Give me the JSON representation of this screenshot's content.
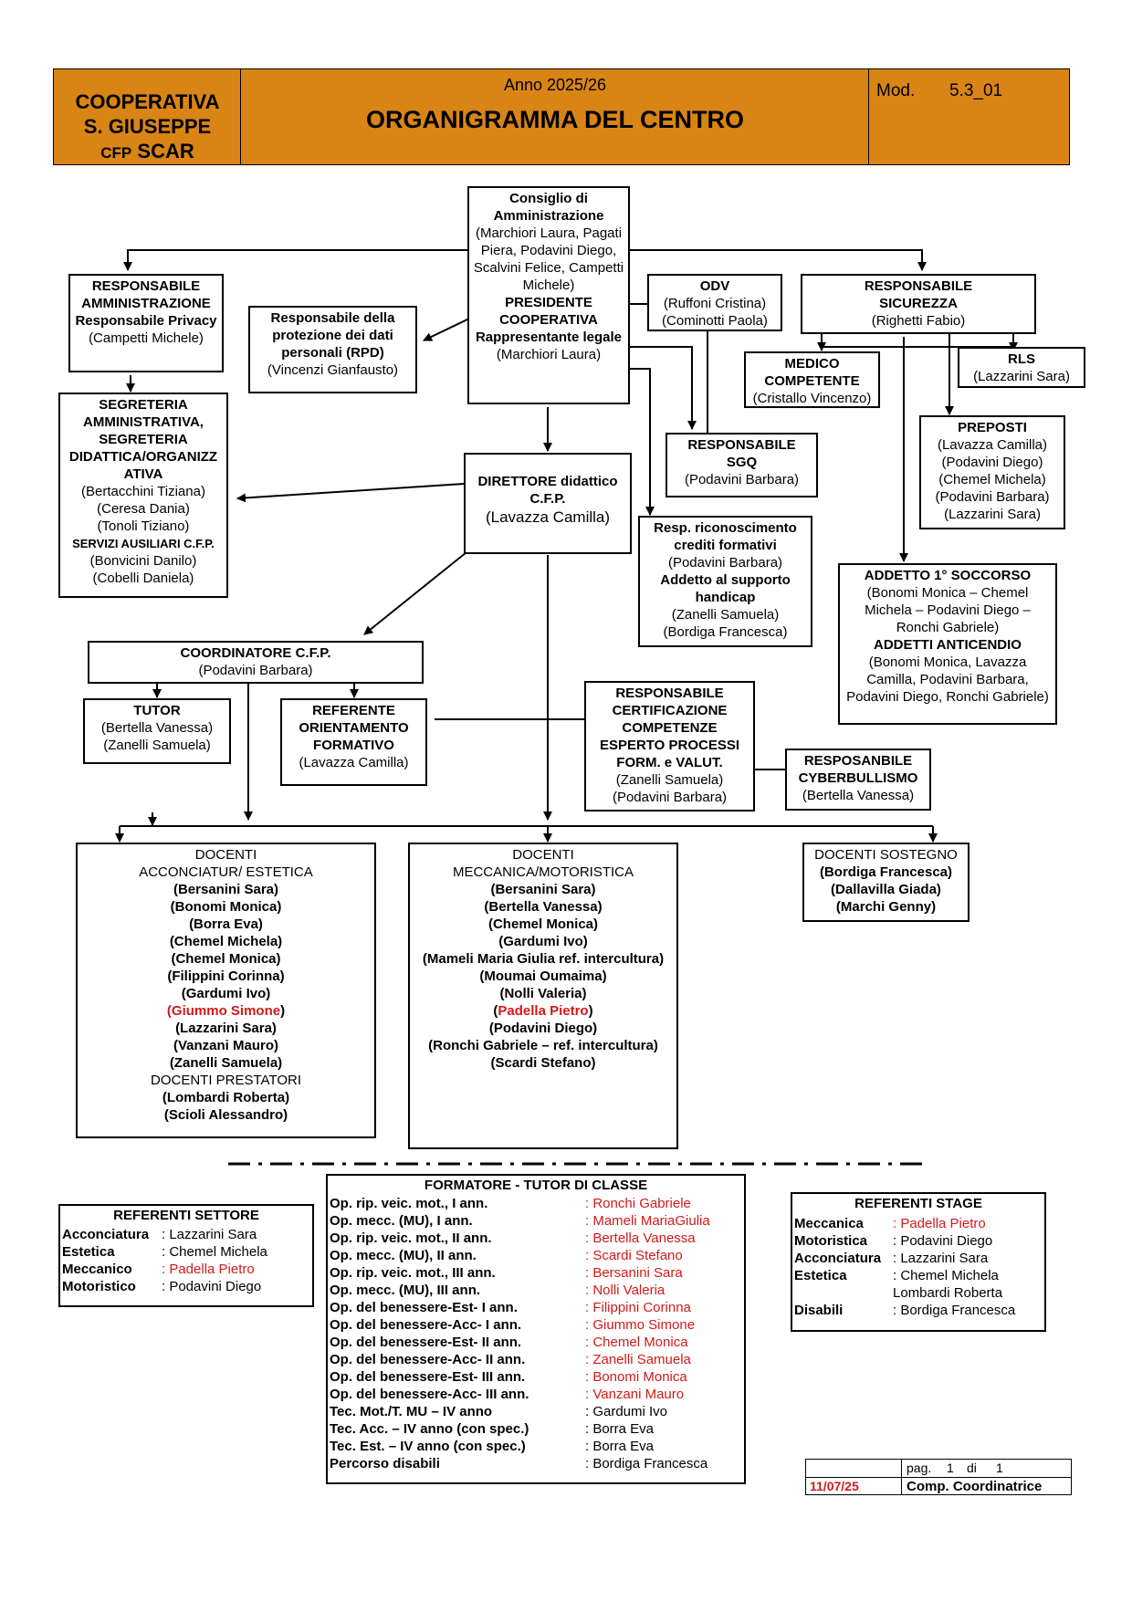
{
  "header": {
    "org_line1": "COOPERATIVA",
    "org_line2": "S. GIUSEPPE",
    "org_cfp": "CFP",
    "org_scar": "SCAR",
    "year": "Anno 2025/26",
    "title": "ORGANIGRAMMA DEL CENTRO",
    "mod_label": "Mod.",
    "mod_value": "5.3_01",
    "bg_color": "#d98515"
  },
  "nodes": {
    "cda": {
      "title": "Consiglio di Amministrazione",
      "members": "(Marchiori Laura, Pagati Piera, Podavini Diego, Scalvini Felice, Campetti Michele)",
      "pres": "PRESIDENTE COOPERATIVA Rappresentante legale",
      "pres_name": "(Marchiori Laura)"
    },
    "resp_amm": {
      "title": "RESPONSABILE AMMINISTRAZIONE Responsabile Privacy",
      "name": "(Campetti Michele)"
    },
    "rpd": {
      "title": "Responsabile della protezione dei dati personali (RPD)",
      "name": "(Vincenzi Gianfausto)"
    },
    "odv": {
      "title": "ODV",
      "name1": "(Ruffoni Cristina)",
      "name2": "(Cominotti Paola)"
    },
    "resp_sic": {
      "title": "RESPONSABILE SICUREZZA",
      "name": "(Righetti Fabio)"
    },
    "medico": {
      "title": "MEDICO COMPETENTE",
      "name": "(Cristallo Vincenzo)"
    },
    "rls": {
      "title": "RLS",
      "name": "(Lazzarini Sara)"
    },
    "segreteria": {
      "title": "SEGRETERIA AMMINISTRATIVA, SEGRETERIA DIDATTICA/ORGANIZZ ATIVA",
      "names": [
        "(Bertacchini Tiziana)",
        "(Ceresa Dania)",
        "(Tonoli Tiziano)"
      ],
      "aux_title": "SERVIZI AUSILIARI C.F.P.",
      "aux_names": [
        "(Bonvicini Danilo)",
        "(Cobelli Daniela)"
      ]
    },
    "sgq": {
      "title": "RESPONSABILE SGQ",
      "name": "(Podavini Barbara)"
    },
    "preposti": {
      "title": "PREPOSTI",
      "names": [
        "(Lavazza Camilla)",
        "(Podavini Diego)",
        "(Chemel Michela)",
        "(Podavini Barbara)",
        "(Lazzarini Sara)"
      ]
    },
    "direttore": {
      "title": "DIRETTORE didattico C.F.P.",
      "name": "(Lavazza Camilla)"
    },
    "crediti": {
      "title": "Resp. riconoscimento crediti formativi",
      "name": "(Podavini Barbara)",
      "title2": "Addetto al supporto handicap",
      "names2": [
        "(Zanelli Samuela)",
        "(Bordiga Francesca)"
      ]
    },
    "soccorso": {
      "title": "ADDETTO 1° SOCCORSO",
      "names": "(Bonomi Monica – Chemel Michela – Podavini Diego – Ronchi Gabriele)",
      "title2": "ADDETTI ANTICENDIO",
      "names2": "(Bonomi Monica, Lavazza Camilla, Podavini Barbara, Podavini Diego, Ronchi Gabriele)"
    },
    "coordinatore": {
      "title": "COORDINATORE C.F.P.",
      "name": "(Podavini Barbara)"
    },
    "tutor": {
      "title": "TUTOR",
      "names": [
        "(Bertella Vanessa)",
        "(Zanelli Samuela)"
      ]
    },
    "referente_orient": {
      "title": "REFERENTE ORIENTAMENTO FORMATIVO",
      "name": "(Lavazza Camilla)"
    },
    "certif": {
      "title": "RESPONSABILE CERTIFICAZIONE COMPETENZE ESPERTO PROCESSI FORM. e VALUT.",
      "names": [
        "(Zanelli Samuela)",
        "(Podavini Barbara)"
      ]
    },
    "cyber": {
      "title": "RESPOSANBILE CYBERBULLISMO",
      "name": "(Bertella Vanessa)"
    },
    "doc_estetica": {
      "title1": "DOCENTI",
      "title2": "ACCONCIATUR/ ESTETICA",
      "names": [
        "(Bersanini Sara)",
        "(Bonomi Monica)",
        "(Borra Eva)",
        "(Chemel Michela)",
        "(Chemel Monica)",
        "(Filippini Corinna)",
        "(Gardumi Ivo)"
      ],
      "red_name": "(Giummo Simone",
      "red_close": ")",
      "names_b": [
        "(Lazzarini Sara)",
        "(Vanzani Mauro)",
        "(Zanelli Samuela)"
      ],
      "prest_title": "DOCENTI PRESTATORI",
      "prest_names": [
        "(Lombardi Roberta)",
        "(Scioli Alessandro)"
      ]
    },
    "doc_mecc": {
      "title1": "DOCENTI",
      "title2": "MECCANICA/MOTORISTICA",
      "names": [
        "(Bersanini Sara)",
        "(Bertella Vanessa)",
        "(Chemel Monica)",
        "(Gardumi Ivo)",
        "(Mameli Maria Giulia ref. intercultura)",
        "(Moumai Oumaima)",
        "(Nolli Valeria)"
      ],
      "red_open": "(",
      "red_name": "Padella Pietro",
      "red_close": ")",
      "names_b": [
        "(Podavini Diego)",
        "(Ronchi Gabriele – ref. intercultura)",
        "(Scardi Stefano)"
      ]
    },
    "doc_sostegno": {
      "title": "DOCENTI SOSTEGNO",
      "names": [
        "(Bordiga Francesca)",
        "(Dallavilla Giada)",
        "(Marchi Genny)"
      ]
    }
  },
  "referenti_settore": {
    "title": "REFERENTI SETTORE",
    "rows": [
      {
        "label": "Acconciatura",
        "sep": ":",
        "value": "Lazzarini Sara",
        "red": false
      },
      {
        "label": "Estetica",
        "sep": ":",
        "value": "Chemel Michela",
        "red": false
      },
      {
        "label": "Meccanico",
        "sep": ":",
        "value": "Padella Pietro",
        "red": true
      },
      {
        "label": "Motoristico",
        "sep": ":",
        "value": "Podavini Diego",
        "red": false
      }
    ]
  },
  "formatore": {
    "title": "FORMATORE - TUTOR DI CLASSE",
    "rows": [
      {
        "label": "Op. rip. veic. mot., I ann.",
        "value": "Ronchi Gabriele",
        "red": true
      },
      {
        "label": "Op. mecc. (MU), I ann.",
        "value": "Mameli MariaGiulia",
        "red": true
      },
      {
        "label": "Op. rip. veic. mot., II ann.",
        "value": "Bertella Vanessa",
        "red": true
      },
      {
        "label": "Op. mecc. (MU), II ann.",
        "value": "Scardi Stefano",
        "red": true
      },
      {
        "label": "Op. rip. veic. mot., III ann.",
        "value": "Bersanini Sara",
        "red": true
      },
      {
        "label": "Op. mecc. (MU), III ann.",
        "value": "Nolli Valeria",
        "red": true
      },
      {
        "label": "Op. del benessere-Est- I ann.",
        "value": "Filippini Corinna",
        "red": true
      },
      {
        "label": "Op. del benessere-Acc- I ann.",
        "value": "Giummo Simone",
        "red": true
      },
      {
        "label": "Op. del benessere-Est- II ann.",
        "value": "Chemel Monica",
        "red": true
      },
      {
        "label": "Op. del benessere-Acc- II ann.",
        "value": "Zanelli Samuela",
        "red": true
      },
      {
        "label": "Op. del benessere-Est- III ann.",
        "value": "Bonomi Monica",
        "red": true
      },
      {
        "label": "Op. del benessere-Acc- III ann.",
        "value": "Vanzani Mauro",
        "red": true
      },
      {
        "label": "Tec. Mot./T. MU – IV anno",
        "value": "Gardumi Ivo",
        "red": false
      },
      {
        "label": "Tec. Acc. – IV anno (con spec.)",
        "value": "Borra Eva",
        "red": false
      },
      {
        "label": "Tec. Est. – IV anno (con spec.)",
        "value": "Borra Eva",
        "red": false
      },
      {
        "label": "Percorso disabili",
        "value": "Bordiga Francesca",
        "red": false
      }
    ]
  },
  "referenti_stage": {
    "title": "REFERENTI STAGE",
    "rows": [
      {
        "label": "Meccanica",
        "value": "Padella Pietro",
        "red": true
      },
      {
        "label": "Motoristica",
        "value": "Podavini Diego",
        "red": false
      },
      {
        "label": "Acconciatura",
        "value": "Lazzarini Sara",
        "red": false
      },
      {
        "label": "Estetica",
        "value": "Chemel Michela",
        "red": false
      },
      {
        "label": "",
        "value": "Lombardi Roberta",
        "red": false
      },
      {
        "label": "Disabili",
        "value": "Bordiga Francesca",
        "red": false
      }
    ]
  },
  "footer": {
    "pag": "pag.",
    "page": "1",
    "di": "di",
    "total": "1",
    "date": "11/07/25",
    "sign": "Comp. Coordinatrice"
  },
  "colors": {
    "accent_red": "#d11a1a",
    "header_orange": "#d98515"
  }
}
